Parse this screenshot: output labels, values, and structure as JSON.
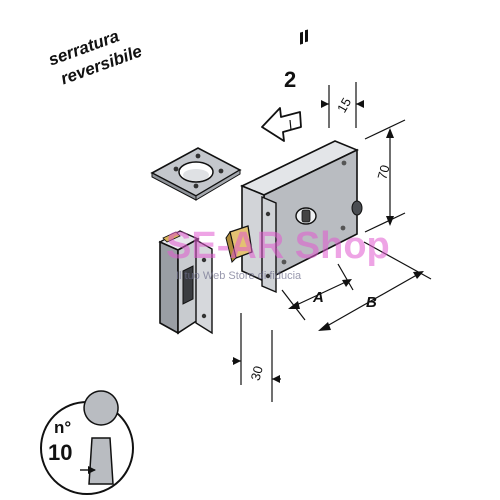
{
  "caption": {
    "line1": "serratura",
    "line2": "reversibile"
  },
  "dimensions": {
    "depth": "15",
    "height": "70",
    "a_label": "A",
    "b_label": "B",
    "strike_width": "30"
  },
  "direction_number": "2",
  "watermark": {
    "brand": "SE-AR Shop",
    "tagline": "Il tuo Web Store di fiducia"
  },
  "key_badge": {
    "label": "n°",
    "number": "10"
  },
  "colors": {
    "metal_light": "#d6d8dc",
    "metal_mid": "#a9adb3",
    "metal_dark": "#7c8087",
    "brass": "#d8b35a",
    "line": "#111111"
  },
  "icons": {
    "direction_arrow": "arrow-left-icon",
    "keyhole": "keyhole-icon"
  }
}
